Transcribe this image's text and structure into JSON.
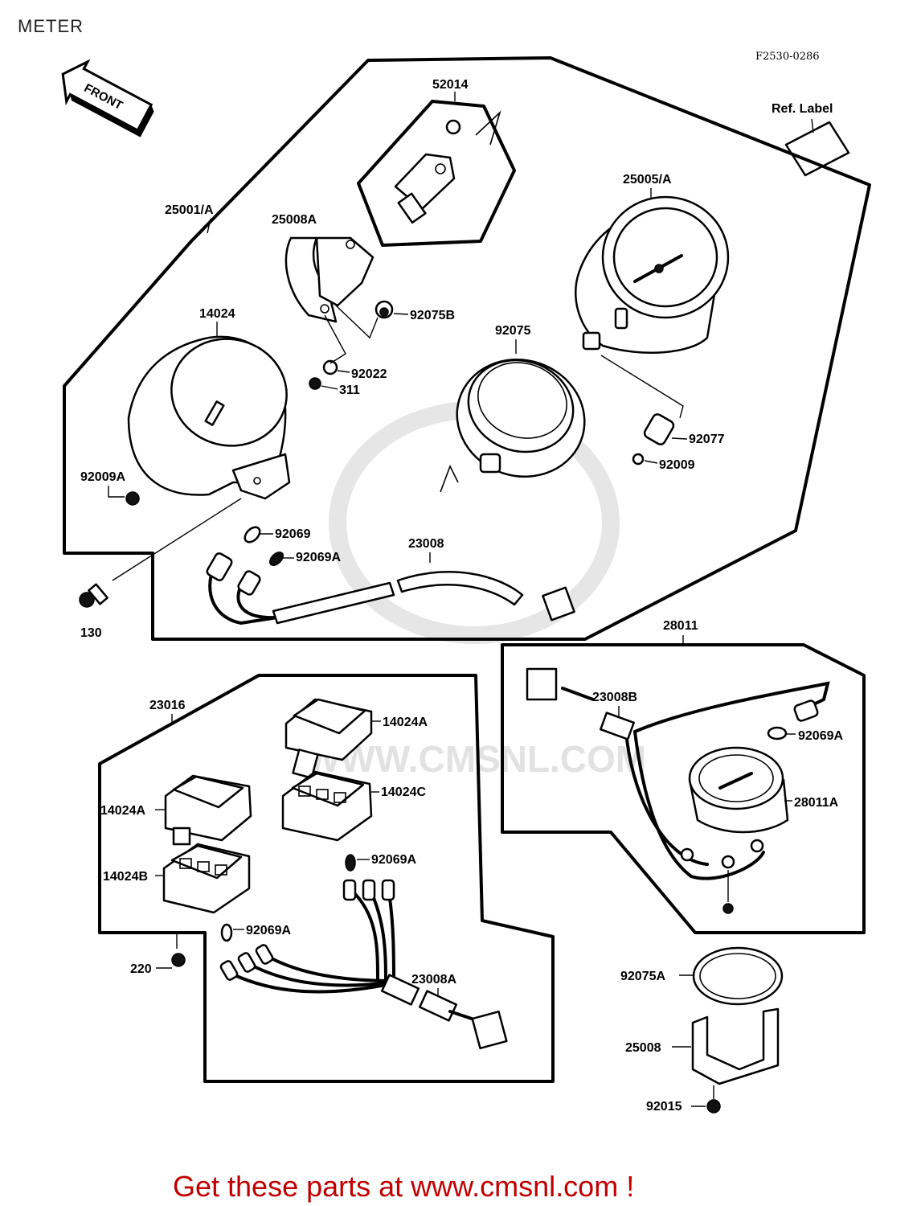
{
  "page_title": "METER",
  "figure_code": "F2530-0286",
  "front_marker": "FRONT",
  "ref_label": "Ref. Label",
  "watermark": "WWW.CMSNL.COM",
  "footer_cta": "Get these parts at www.cmsnl.com !",
  "groups": {
    "main": {
      "ref": "25001/A"
    },
    "sub_23016": {
      "ref": "23016"
    },
    "sub_28011": {
      "ref": "28011"
    }
  },
  "parts": {
    "p52014": "52014",
    "p25001A": "25001/A",
    "p25008A": "25008A",
    "p14024": "14024",
    "p92075B": "92075B",
    "p92075": "92075",
    "p25005A": "25005/A",
    "p92022": "92022",
    "p311": "311",
    "p92077": "92077",
    "p92009": "92009",
    "p92009A": "92009A",
    "p92069": "92069",
    "p92069A_1": "92069A",
    "p23008": "23008",
    "p130": "130",
    "p28011": "28011",
    "p23016": "23016",
    "p14024A_top": "14024A",
    "p14024C": "14024C",
    "p14024A_left": "14024A",
    "p14024B": "14024B",
    "p92069A_2": "92069A",
    "p92069A_3": "92069A",
    "p23008A": "23008A",
    "p220": "220",
    "p23008B": "23008B",
    "p92069A_4": "92069A",
    "p28011A": "28011A",
    "p92075A": "92075A",
    "p25008": "25008",
    "p92015": "92015"
  }
}
